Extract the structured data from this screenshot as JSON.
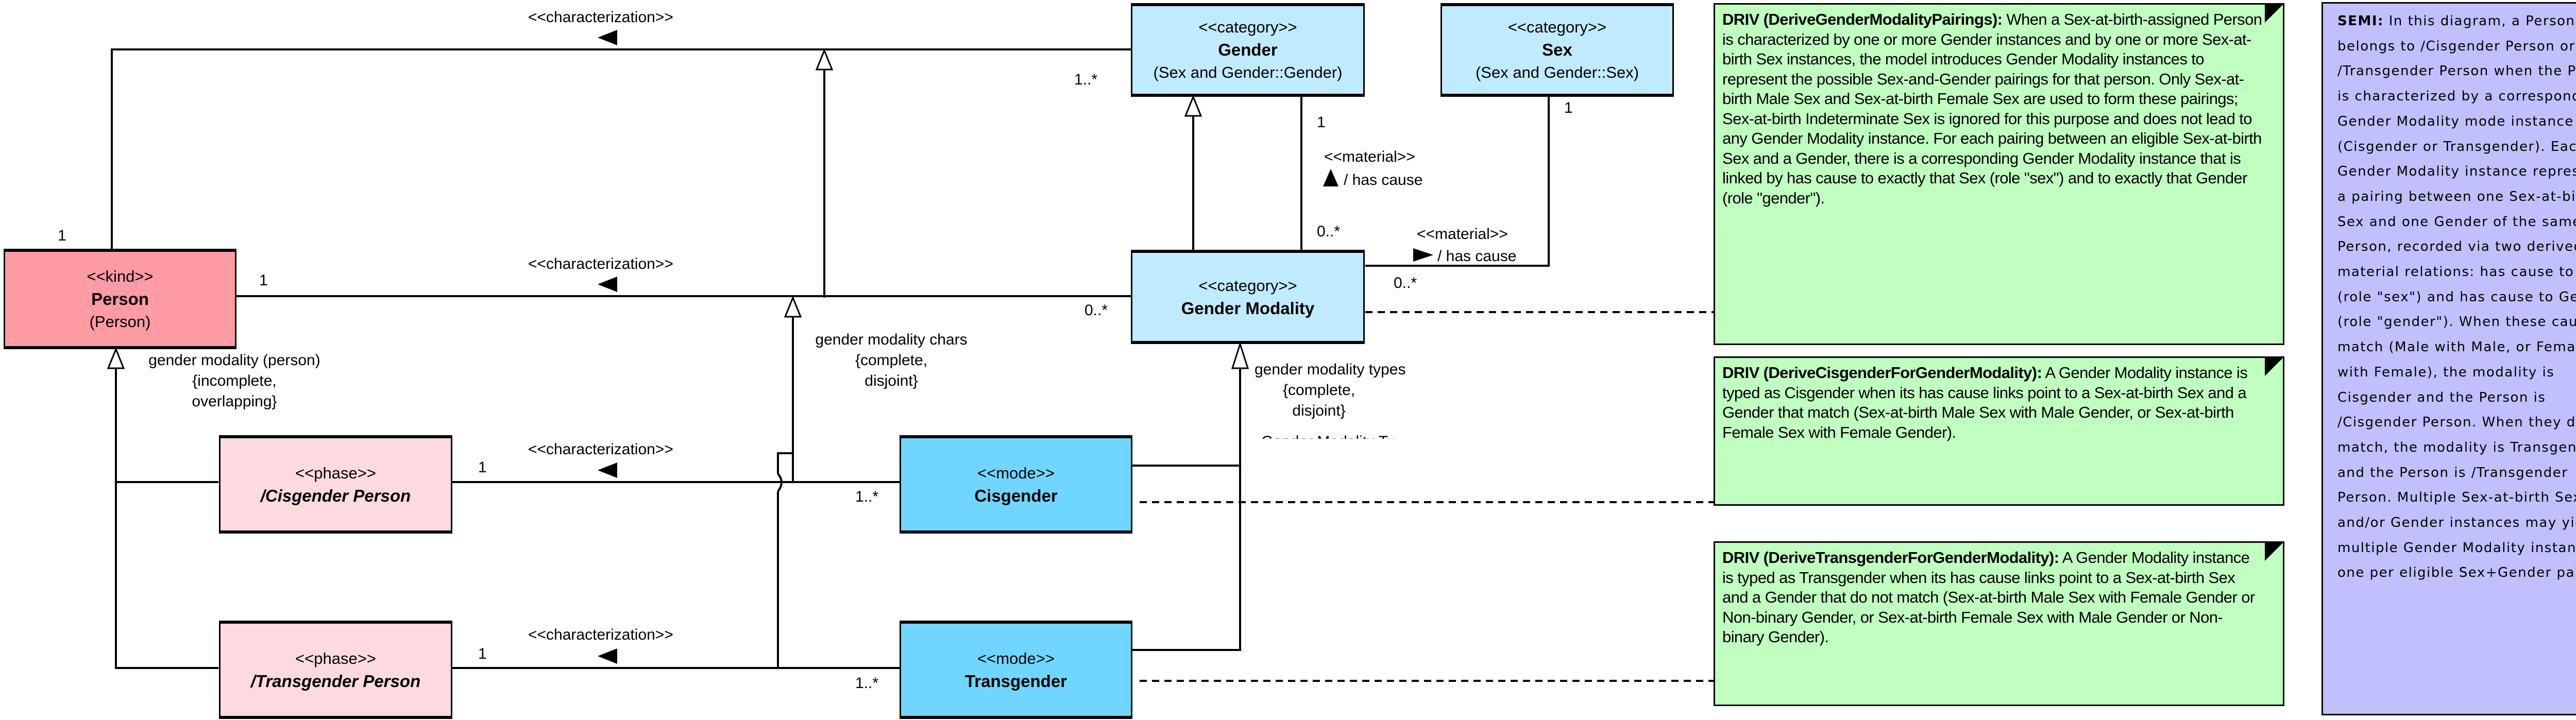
{
  "classes": {
    "person": {
      "stereotype": "<<kind>>",
      "name": "Person",
      "subtitle": "(Person)"
    },
    "gender": {
      "stereotype": "<<category>>",
      "name": "Gender",
      "subtitle": "(Sex and Gender::Gender)"
    },
    "sex": {
      "stereotype": "<<category>>",
      "name": "Sex",
      "subtitle": "(Sex and Gender::Sex)"
    },
    "gender_modality": {
      "stereotype": "<<category>>",
      "name": "Gender Modality"
    },
    "cisgender_person": {
      "stereotype": "<<phase>>",
      "name": "/Cisgender Person"
    },
    "transgender_person": {
      "stereotype": "<<phase>>",
      "name": "/Transgender Person"
    },
    "cisgender": {
      "stereotype": "<<mode>>",
      "name": "Cisgender"
    },
    "transgender": {
      "stereotype": "<<mode>>",
      "name": "Transgender"
    }
  },
  "associations": {
    "person_gender": {
      "stereotype": "<<characterization>>",
      "mult_source": "1",
      "mult_target": "1..*"
    },
    "person_gm": {
      "stereotype": "<<characterization>>",
      "mult_source": "1",
      "mult_target": "0..*"
    },
    "cis_person_cis": {
      "stereotype": "<<characterization>>",
      "mult_source": "1",
      "mult_target": "1..*"
    },
    "trans_person_trans": {
      "stereotype": "<<characterization>>",
      "mult_source": "1",
      "mult_target": "1..*"
    },
    "gm_gender": {
      "stereotype": "<<material>>",
      "name": "/ has cause",
      "mult_source": "0..*",
      "mult_target": "1"
    },
    "gm_sex": {
      "stereotype": "<<material>>",
      "name": "/ has cause",
      "mult_source": "0..*",
      "mult_target": "1"
    }
  },
  "generalization_sets": {
    "person": {
      "name": "gender modality (person)",
      "c1": "{incomplete,",
      "c2": "overlapping}"
    },
    "chars": {
      "name": "gender modality chars",
      "c1": "{complete,",
      "c2": "disjoint}"
    },
    "types": {
      "name": "gender modality types",
      "c1": "{complete,",
      "c2": "disjoint}",
      "truncated": "Gender Modality Types"
    }
  },
  "notes": {
    "driv_pairings": {
      "title": "DRIV (DeriveGenderModalityPairings):",
      "body": " When a Sex-at-birth-assigned Person is characterized by one or more Gender instances and by one or more Sex-at-birth Sex instances, the model introduces Gender Modality instances to represent the possible Sex-and-Gender pairings for that person. Only Sex-at-birth Male Sex and Sex-at-birth Female Sex are used to form these pairings; Sex-at-birth Indeterminate Sex is ignored for this purpose and does not lead to any Gender Modality instance. For each pairing between an eligible Sex-at-birth Sex and a Gender, there is a corresponding Gender Modality instance that is linked by has cause to exactly that Sex (role \"sex\") and to exactly that Gender (role \"gender\")."
    },
    "driv_cis": {
      "title": "DRIV (DeriveCisgenderForGenderModality):",
      "body": " A Gender Modality instance is typed as Cisgender when its has cause links point to a Sex-at-birth Sex and a Gender that match (Sex-at-birth Male Sex with Male Gender, or Sex-at-birth Female Sex with Female Gender)."
    },
    "driv_trans": {
      "title": "DRIV (DeriveTransgenderForGenderModality):",
      "body": " A Gender Modality instance is typed as Transgender when its has cause links point to a Sex-at-birth Sex and a Gender that do not match (Sex-at-birth Male Sex with Female Gender or Non-binary Gender, or Sex-at-birth Female Sex with Male Gender or Non-binary Gender)."
    },
    "semi": {
      "title": "SEMI:",
      "body": " In this diagram, a Person belongs to /Cisgender Person or /Transgender Person when the Person is characterized by a corresponding Gender Modality mode instance (Cisgender or Transgender). Each Gender Modality instance represents a pairing between one Sex-at-birth Sex and one Gender of the same Person, recorded via two derived material relations: has cause to Sex (role \"sex\") and has cause to Gender (role \"gender\"). When these causes match (Male with Male, or Female with Female), the modality is Cisgender and the Person is /Cisgender Person. When they do not match, the modality is Transgender and the Person is /Transgender Person. Multiple Sex-at-birth Sex and/or Gender instances may yield multiple Gender Modality instances, one per eligible Sex+Gender pairing."
    }
  },
  "colors": {
    "kind": "#FF9BA5",
    "phase": "#FDDADF",
    "category": "#C0EBFF",
    "mode": "#70D6FF",
    "driv_note": "#C0FFC0",
    "semi_note": "#C0C0FF"
  }
}
